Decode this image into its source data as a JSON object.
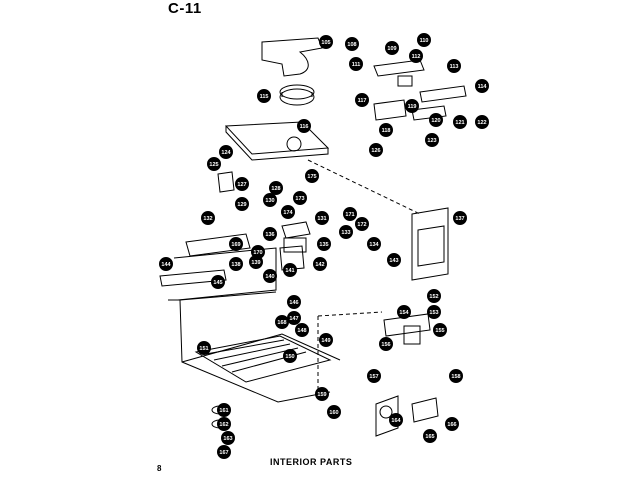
{
  "page_code": "C-11",
  "caption": "INTERIOR PARTS",
  "page_number": "8",
  "callouts": [
    "105",
    "108",
    "109",
    "110",
    "111",
    "112",
    "113",
    "114",
    "115",
    "116",
    "117",
    "118",
    "119",
    "120",
    "121",
    "122",
    "123",
    "124",
    "125",
    "126",
    "127",
    "128",
    "129",
    "130",
    "131",
    "132",
    "133",
    "134",
    "135",
    "136",
    "137",
    "138",
    "139",
    "140",
    "141",
    "142",
    "143",
    "144",
    "145",
    "146",
    "147",
    "148",
    "149",
    "150",
    "151",
    "152",
    "153",
    "154",
    "155",
    "156",
    "157",
    "158",
    "159",
    "160",
    "161",
    "162",
    "163",
    "164",
    "165",
    "166",
    "167",
    "168",
    "169",
    "170",
    "171",
    "172",
    "173",
    "174",
    "175"
  ],
  "colors": {
    "ink": "#000000",
    "paper": "#ffffff"
  }
}
